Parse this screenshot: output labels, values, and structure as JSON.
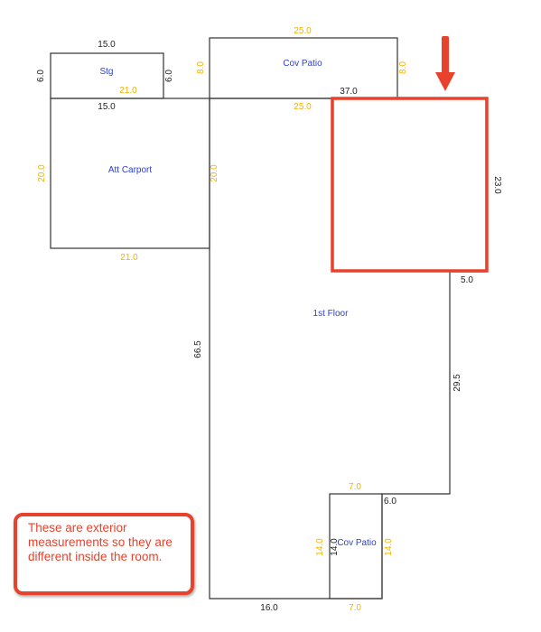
{
  "colors": {
    "line": "#333333",
    "dim_black": "#222222",
    "dim_yellow": "#f0b400",
    "room_label": "#2a3fd6",
    "highlight": "#e8412c"
  },
  "rooms": {
    "storage": "Stg",
    "cov_patio_top": "Cov Patio",
    "att_carport": "Att Carport",
    "first_floor": "1st Floor",
    "cov_patio_bottom": "Cov Patio"
  },
  "dimensions": {
    "stg_top": "15.0",
    "stg_left": "6.0",
    "stg_right": "6.0",
    "stg_bottom_yellow": "21.0",
    "carport_top": "15.0",
    "carport_left": "20.0",
    "carport_right": "20.0",
    "carport_bottom": "21.0",
    "patio_top": "25.0",
    "patio_left": "8.0",
    "patio_right": "8.0",
    "patio_bottom": "25.0",
    "floor_top": "37.0",
    "floor_right_upper": "23.0",
    "floor_step": "5.0",
    "floor_right_lower": "29.5",
    "floor_left": "66.5",
    "floor_notch": "6.0",
    "floor_bottom": "16.0",
    "patio2_top": "7.0",
    "patio2_left": "14.0",
    "patio2_inner": "14.0",
    "patio2_right": "14.0",
    "patio2_bottom": "7.0"
  },
  "callout": {
    "text": "These are exterior measurements so they are different inside the room."
  },
  "arrow_icon": "down-arrow-icon"
}
